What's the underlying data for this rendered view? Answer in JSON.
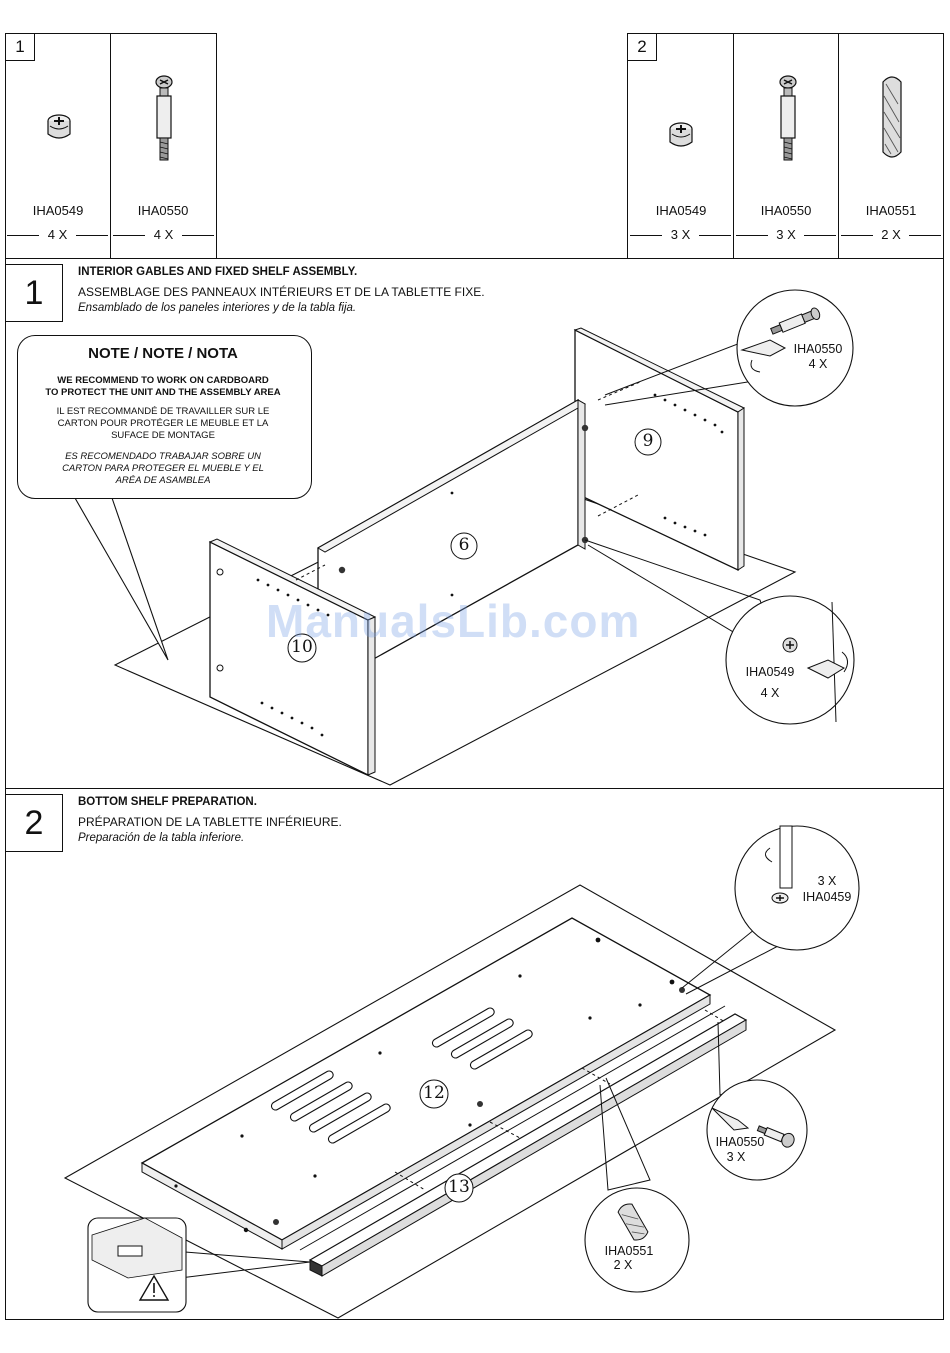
{
  "hardware_groups": [
    {
      "tag": "1",
      "items": [
        {
          "code": "IHA0549",
          "qty": "4 X",
          "icon": "cam-lock-icon"
        },
        {
          "code": "IHA0550",
          "qty": "4 X",
          "icon": "cam-bolt-icon"
        }
      ]
    },
    {
      "tag": "2",
      "items": [
        {
          "code": "IHA0549",
          "qty": "3 X",
          "icon": "cam-lock-icon"
        },
        {
          "code": "IHA0550",
          "qty": "3 X",
          "icon": "cam-bolt-icon"
        },
        {
          "code": "IHA0551",
          "qty": "2 X",
          "icon": "wood-dowel-icon"
        }
      ]
    }
  ],
  "steps": [
    {
      "number": "1",
      "title_en": "INTERIOR GABLES AND FIXED SHELF ASSEMBLY.",
      "title_fr": "ASSEMBLAGE DES PANNEAUX INTÉRIEURS ET DE LA TABLETTE FIXE.",
      "title_es": "Ensamblado de los paneles interiores y de la tabla fija.",
      "panels": [
        "9",
        "6",
        "10"
      ],
      "callouts": [
        {
          "code": "IHA0550",
          "qty": "4 X"
        },
        {
          "code": "IHA0549",
          "qty": "4 X"
        }
      ]
    },
    {
      "number": "2",
      "title_en": "BOTTOM SHELF PREPARATION.",
      "title_fr": "PRÉPARATION DE LA TABLETTE INFÉRIEURE.",
      "title_es": "Preparación de la tabla inferiore.",
      "panels": [
        "12",
        "13"
      ],
      "callouts": [
        {
          "code": "IHA0459",
          "qty": "3 X"
        },
        {
          "code": "IHA0550",
          "qty": "3 X"
        },
        {
          "code": "IHA0551",
          "qty": "2 X"
        }
      ]
    }
  ],
  "note": {
    "title": "NOTE / NOTE / NOTA",
    "en": [
      "WE RECOMMEND TO WORK ON CARDBOARD",
      "TO PROTECT THE UNIT AND THE ASSEMBLY AREA"
    ],
    "fr": [
      "IL EST RECOMMANDÉ DE TRAVAILLER SUR LE",
      "CARTON POUR PROTÉGER LE MEUBLE ET LA",
      "SUFACE DE MONTAGE"
    ],
    "es": [
      "ES RECOMENDADO TRABAJAR SOBRE UN",
      "CARTON PARA PROTEGER EL MUEBLE Y EL",
      "ARÉA DE ASAMBLEA"
    ]
  },
  "watermark": "ManualsLib.com"
}
